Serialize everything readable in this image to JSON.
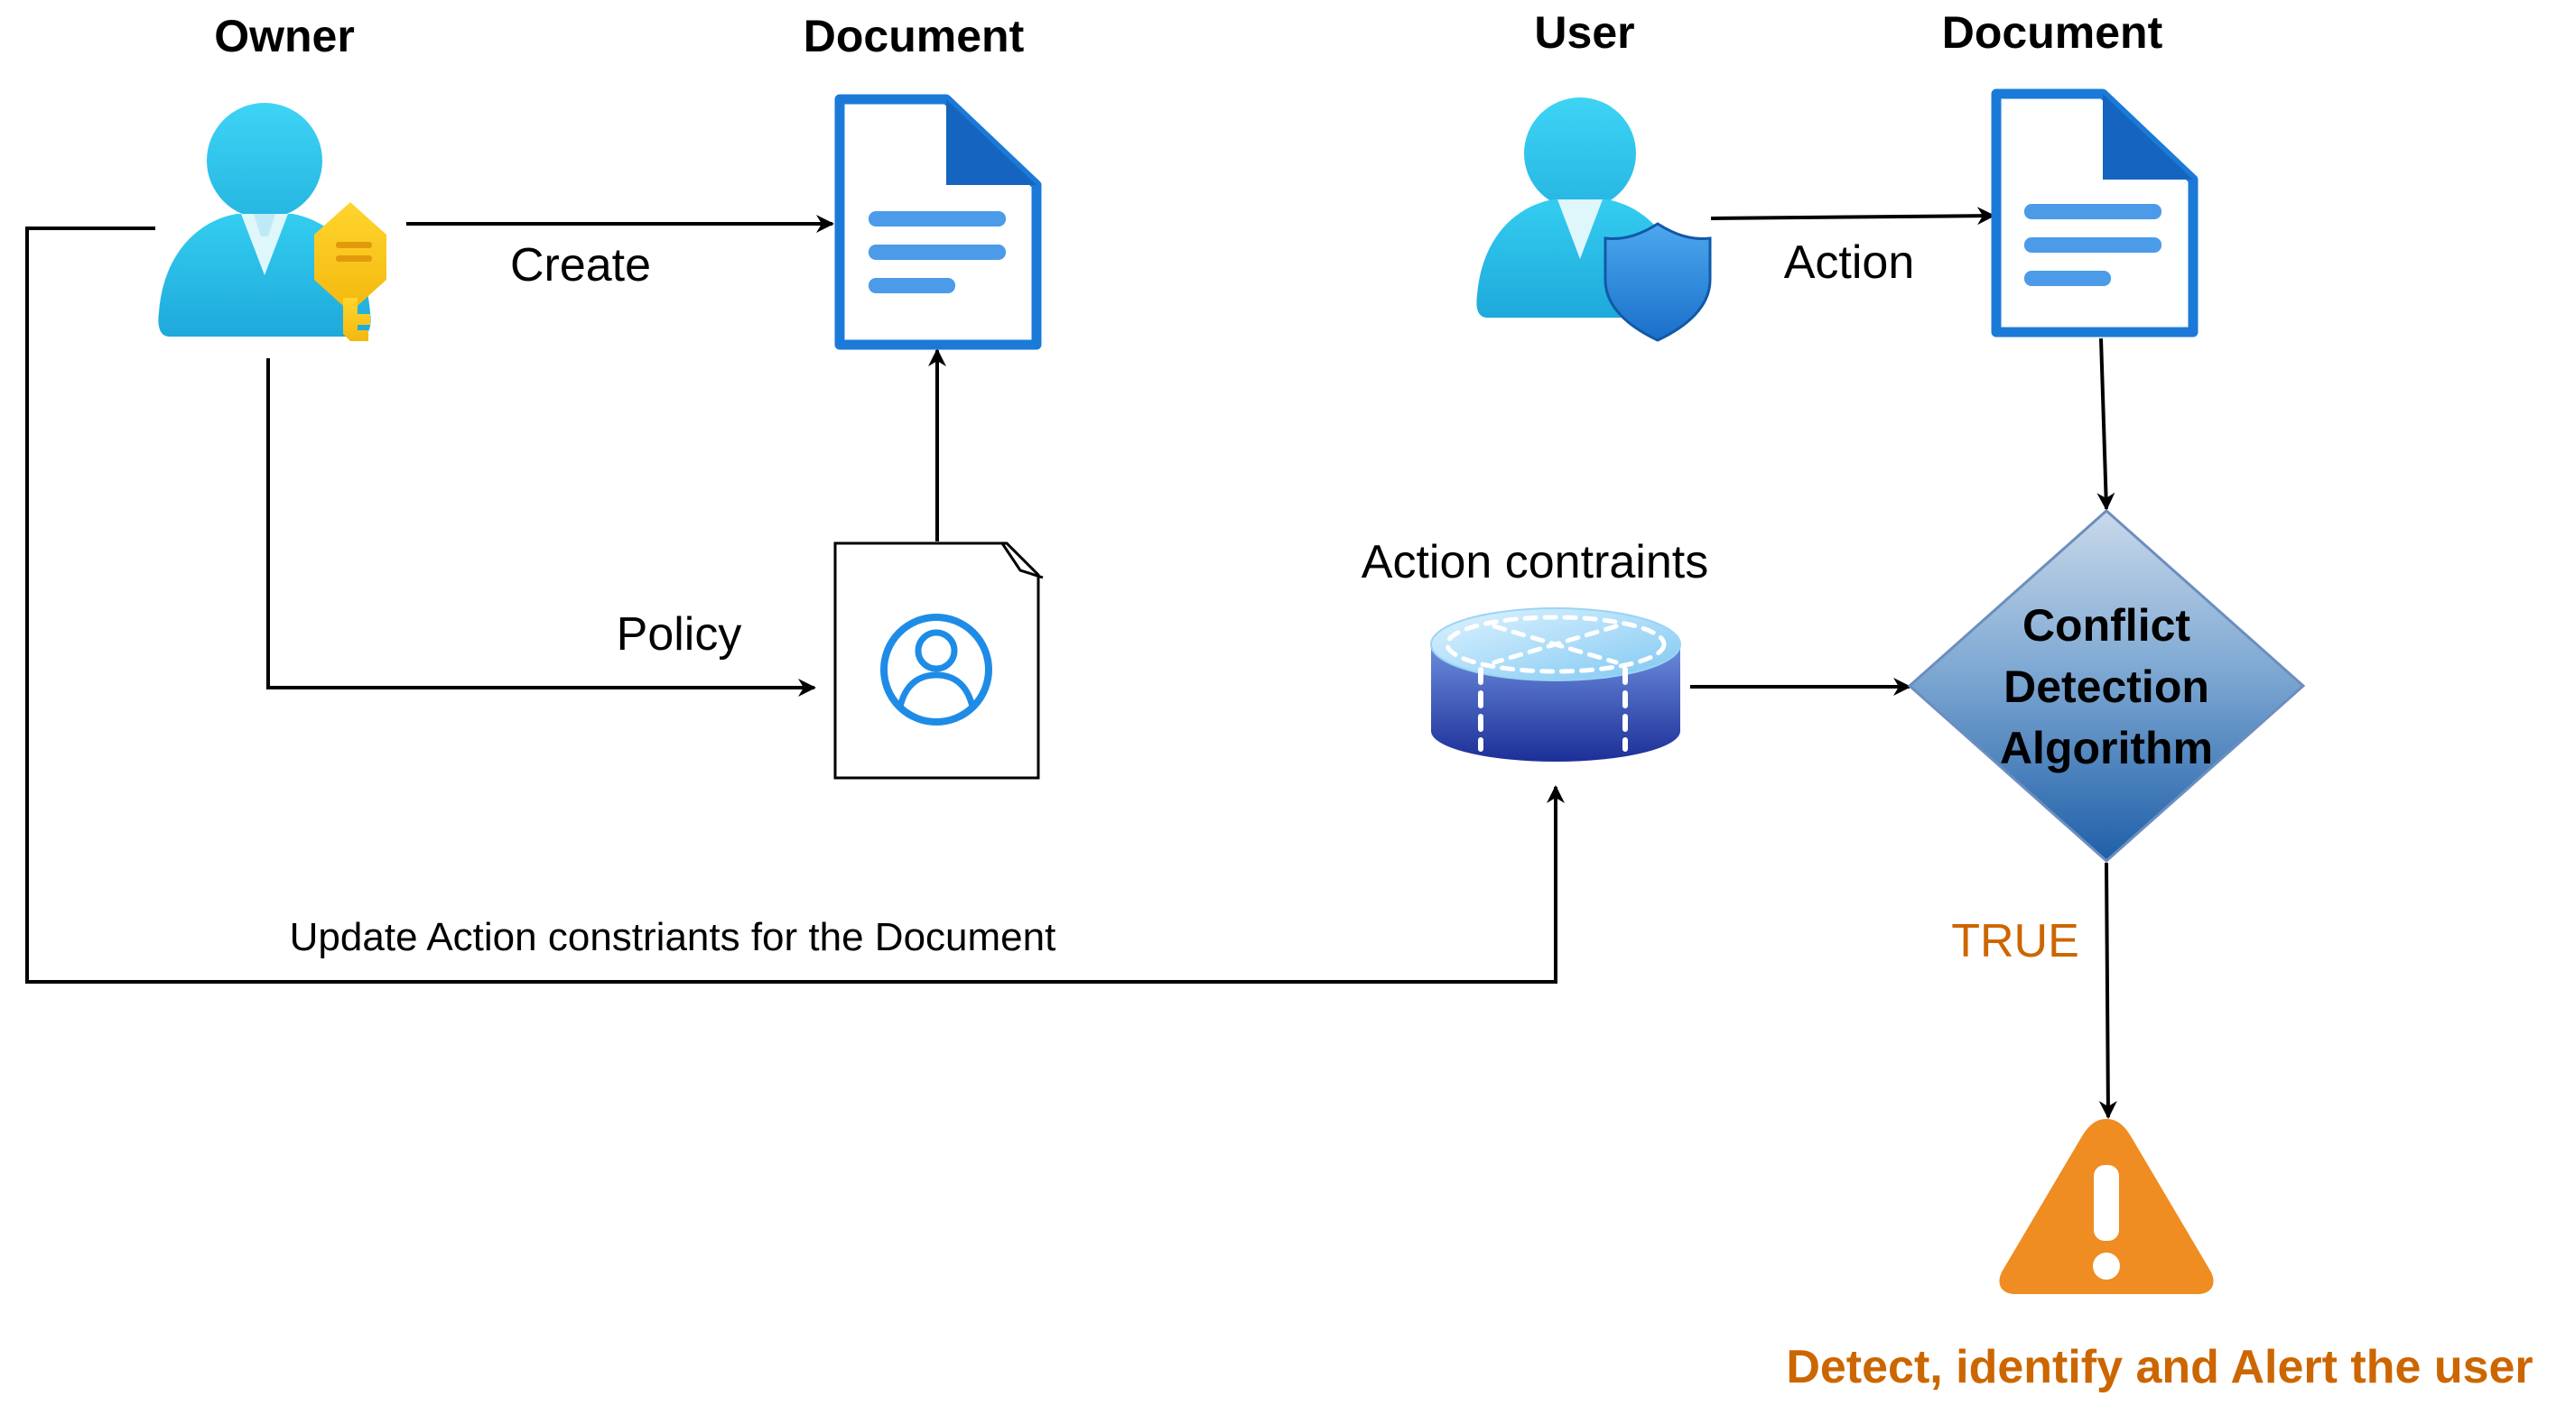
{
  "labels": {
    "owner": "Owner",
    "document_left": "Document",
    "user": "User",
    "document_right": "Document",
    "create": "Create",
    "policy": "Policy",
    "action": "Action",
    "action_constraints": "Action contraints",
    "update": "Update Action constriants for the Document",
    "true": "TRUE",
    "alert": "Detect, identify and Alert the user"
  },
  "decision": {
    "line1": "Conflict",
    "line2": "Detection",
    "line3": "Algorithm"
  },
  "icons": {
    "owner": "user-with-key-icon",
    "user": "user-with-shield-icon",
    "document": "document-icon",
    "policy": "policy-document-icon",
    "database": "action-constraints-database-icon",
    "warning": "warning-icon"
  },
  "colors": {
    "accent_orange": "#cc6600",
    "alert_orange": "#ef8c22",
    "doc_blue": "#1b7ad8",
    "person_cyan": "#2fc8ec"
  }
}
